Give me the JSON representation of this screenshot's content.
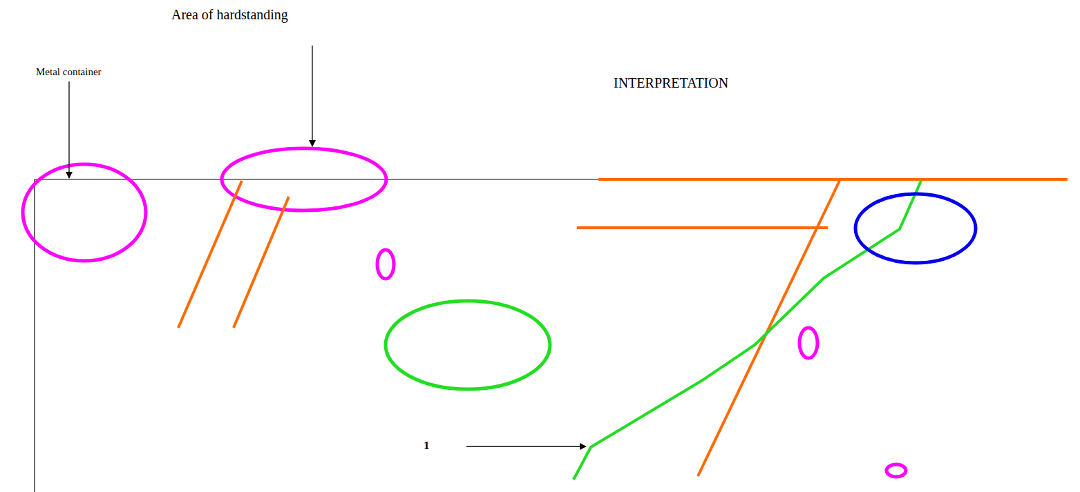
{
  "diagram": {
    "title": "INTERPRETATION",
    "labels": [
      "Metal container",
      "Area of hardstanding",
      "1"
    ]
  }
}
